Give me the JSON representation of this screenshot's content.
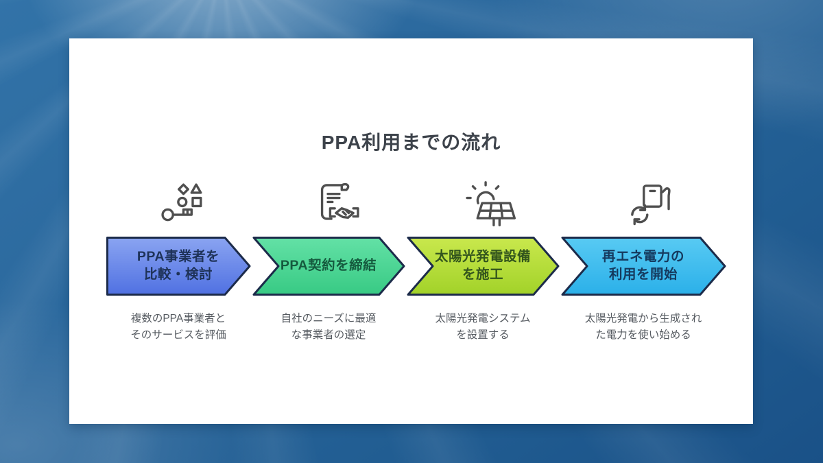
{
  "title": "PPA利用までの流れ",
  "colors": {
    "arrow_border": "#1c2b4a",
    "card_bg": "#ffffff",
    "title_color": "#3d434b",
    "desc_color": "#565b61",
    "icon_stroke": "#4f4f4f",
    "sky_blue": "#2a679c"
  },
  "steps": [
    {
      "icon": "shapes-key-icon",
      "label_line1": "PPA事業者を",
      "label_line2": "比較・検討",
      "desc_line1": "複数のPPA事業者と",
      "desc_line2": "そのサービスを評価",
      "fill_top": "#8aa4f1",
      "fill_bottom": "#5071e2",
      "text_color": "#1e3258"
    },
    {
      "icon": "contract-handshake-icon",
      "label_line1": "PPA契約を締結",
      "label_line2": "",
      "desc_line1": "自社のニーズに最適",
      "desc_line2": "な事業者の選定",
      "fill_top": "#63e1a6",
      "fill_bottom": "#38ca84",
      "text_color": "#155a3e"
    },
    {
      "icon": "solar-panel-sun-icon",
      "label_line1": "太陽光発電設備",
      "label_line2": "を施工",
      "desc_line1": "太陽光発電システム",
      "desc_line2": "を設置する",
      "fill_top": "#c9e84d",
      "fill_bottom": "#a2d229",
      "text_color": "#33551d"
    },
    {
      "icon": "ev-charger-recycle-icon",
      "label_line1": "再エネ電力の",
      "label_line2": "利用を開始",
      "desc_line1": "太陽光発電から生成され",
      "desc_line2": "た電力を使い始める",
      "fill_top": "#58caf3",
      "fill_bottom": "#2bb0e9",
      "text_color": "#153a5e"
    }
  ]
}
